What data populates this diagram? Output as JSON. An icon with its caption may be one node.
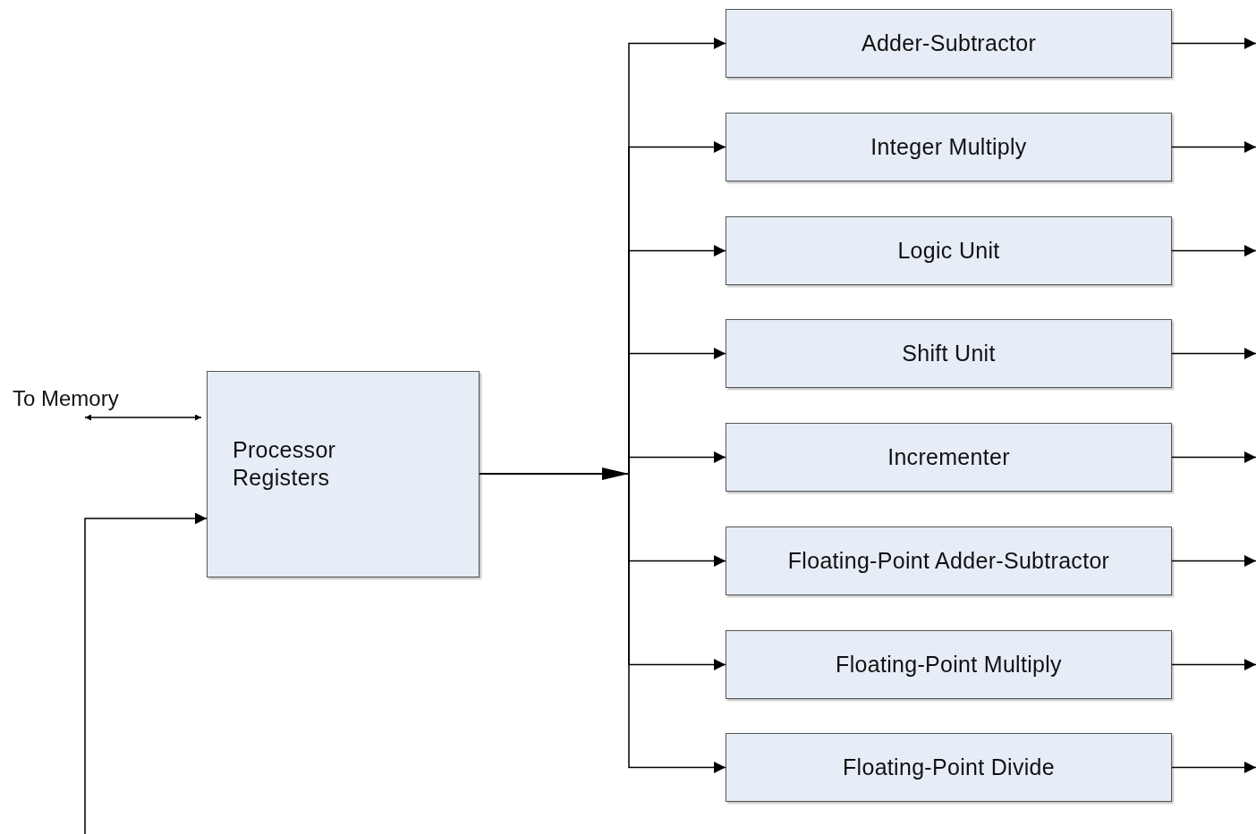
{
  "diagram": {
    "nodes": [
      {
        "text": [
          "Processor Registers"
        ]
      },
      {
        "text": [
          "Adder-Subtractor"
        ]
      },
      {
        "text": [
          "Integer Multiply"
        ]
      },
      {
        "text": [
          "Logic Unit"
        ]
      },
      {
        "text": [
          "Shift Unit"
        ]
      },
      {
        "text": [
          "Incrementer"
        ]
      },
      {
        "text": [
          "Floating-Point Adder-Subtractor"
        ]
      },
      {
        "text": [
          "Floating-Point Multiply"
        ]
      },
      {
        "text": [
          "Floating-Point Divide"
        ]
      }
    ],
    "edges": [
      {
        "from": null,
        "to": 0,
        "arrow": "both",
        "label": "To Memory"
      },
      {
        "from": null,
        "to": 0,
        "arrow": "to"
      },
      {
        "from": 0,
        "to": 1,
        "arrow": "to"
      },
      {
        "from": 0,
        "to": 2,
        "arrow": "to"
      },
      {
        "from": 0,
        "to": 3,
        "arrow": "to"
      },
      {
        "from": 0,
        "to": 4,
        "arrow": "to"
      },
      {
        "from": 0,
        "to": 5,
        "arrow": "to"
      },
      {
        "from": 0,
        "to": 6,
        "arrow": "to"
      },
      {
        "from": 0,
        "to": 7,
        "arrow": "to"
      },
      {
        "from": 0,
        "to": 8,
        "arrow": "to"
      },
      {
        "from": 1,
        "to": null,
        "arrow": "to"
      },
      {
        "from": 2,
        "to": null,
        "arrow": "to"
      },
      {
        "from": 3,
        "to": null,
        "arrow": "to"
      },
      {
        "from": 4,
        "to": null,
        "arrow": "to"
      },
      {
        "from": 5,
        "to": null,
        "arrow": "to"
      },
      {
        "from": 6,
        "to": null,
        "arrow": "to"
      },
      {
        "from": 7,
        "to": null,
        "arrow": "to"
      },
      {
        "from": 8,
        "to": null,
        "arrow": "to"
      }
    ]
  }
}
